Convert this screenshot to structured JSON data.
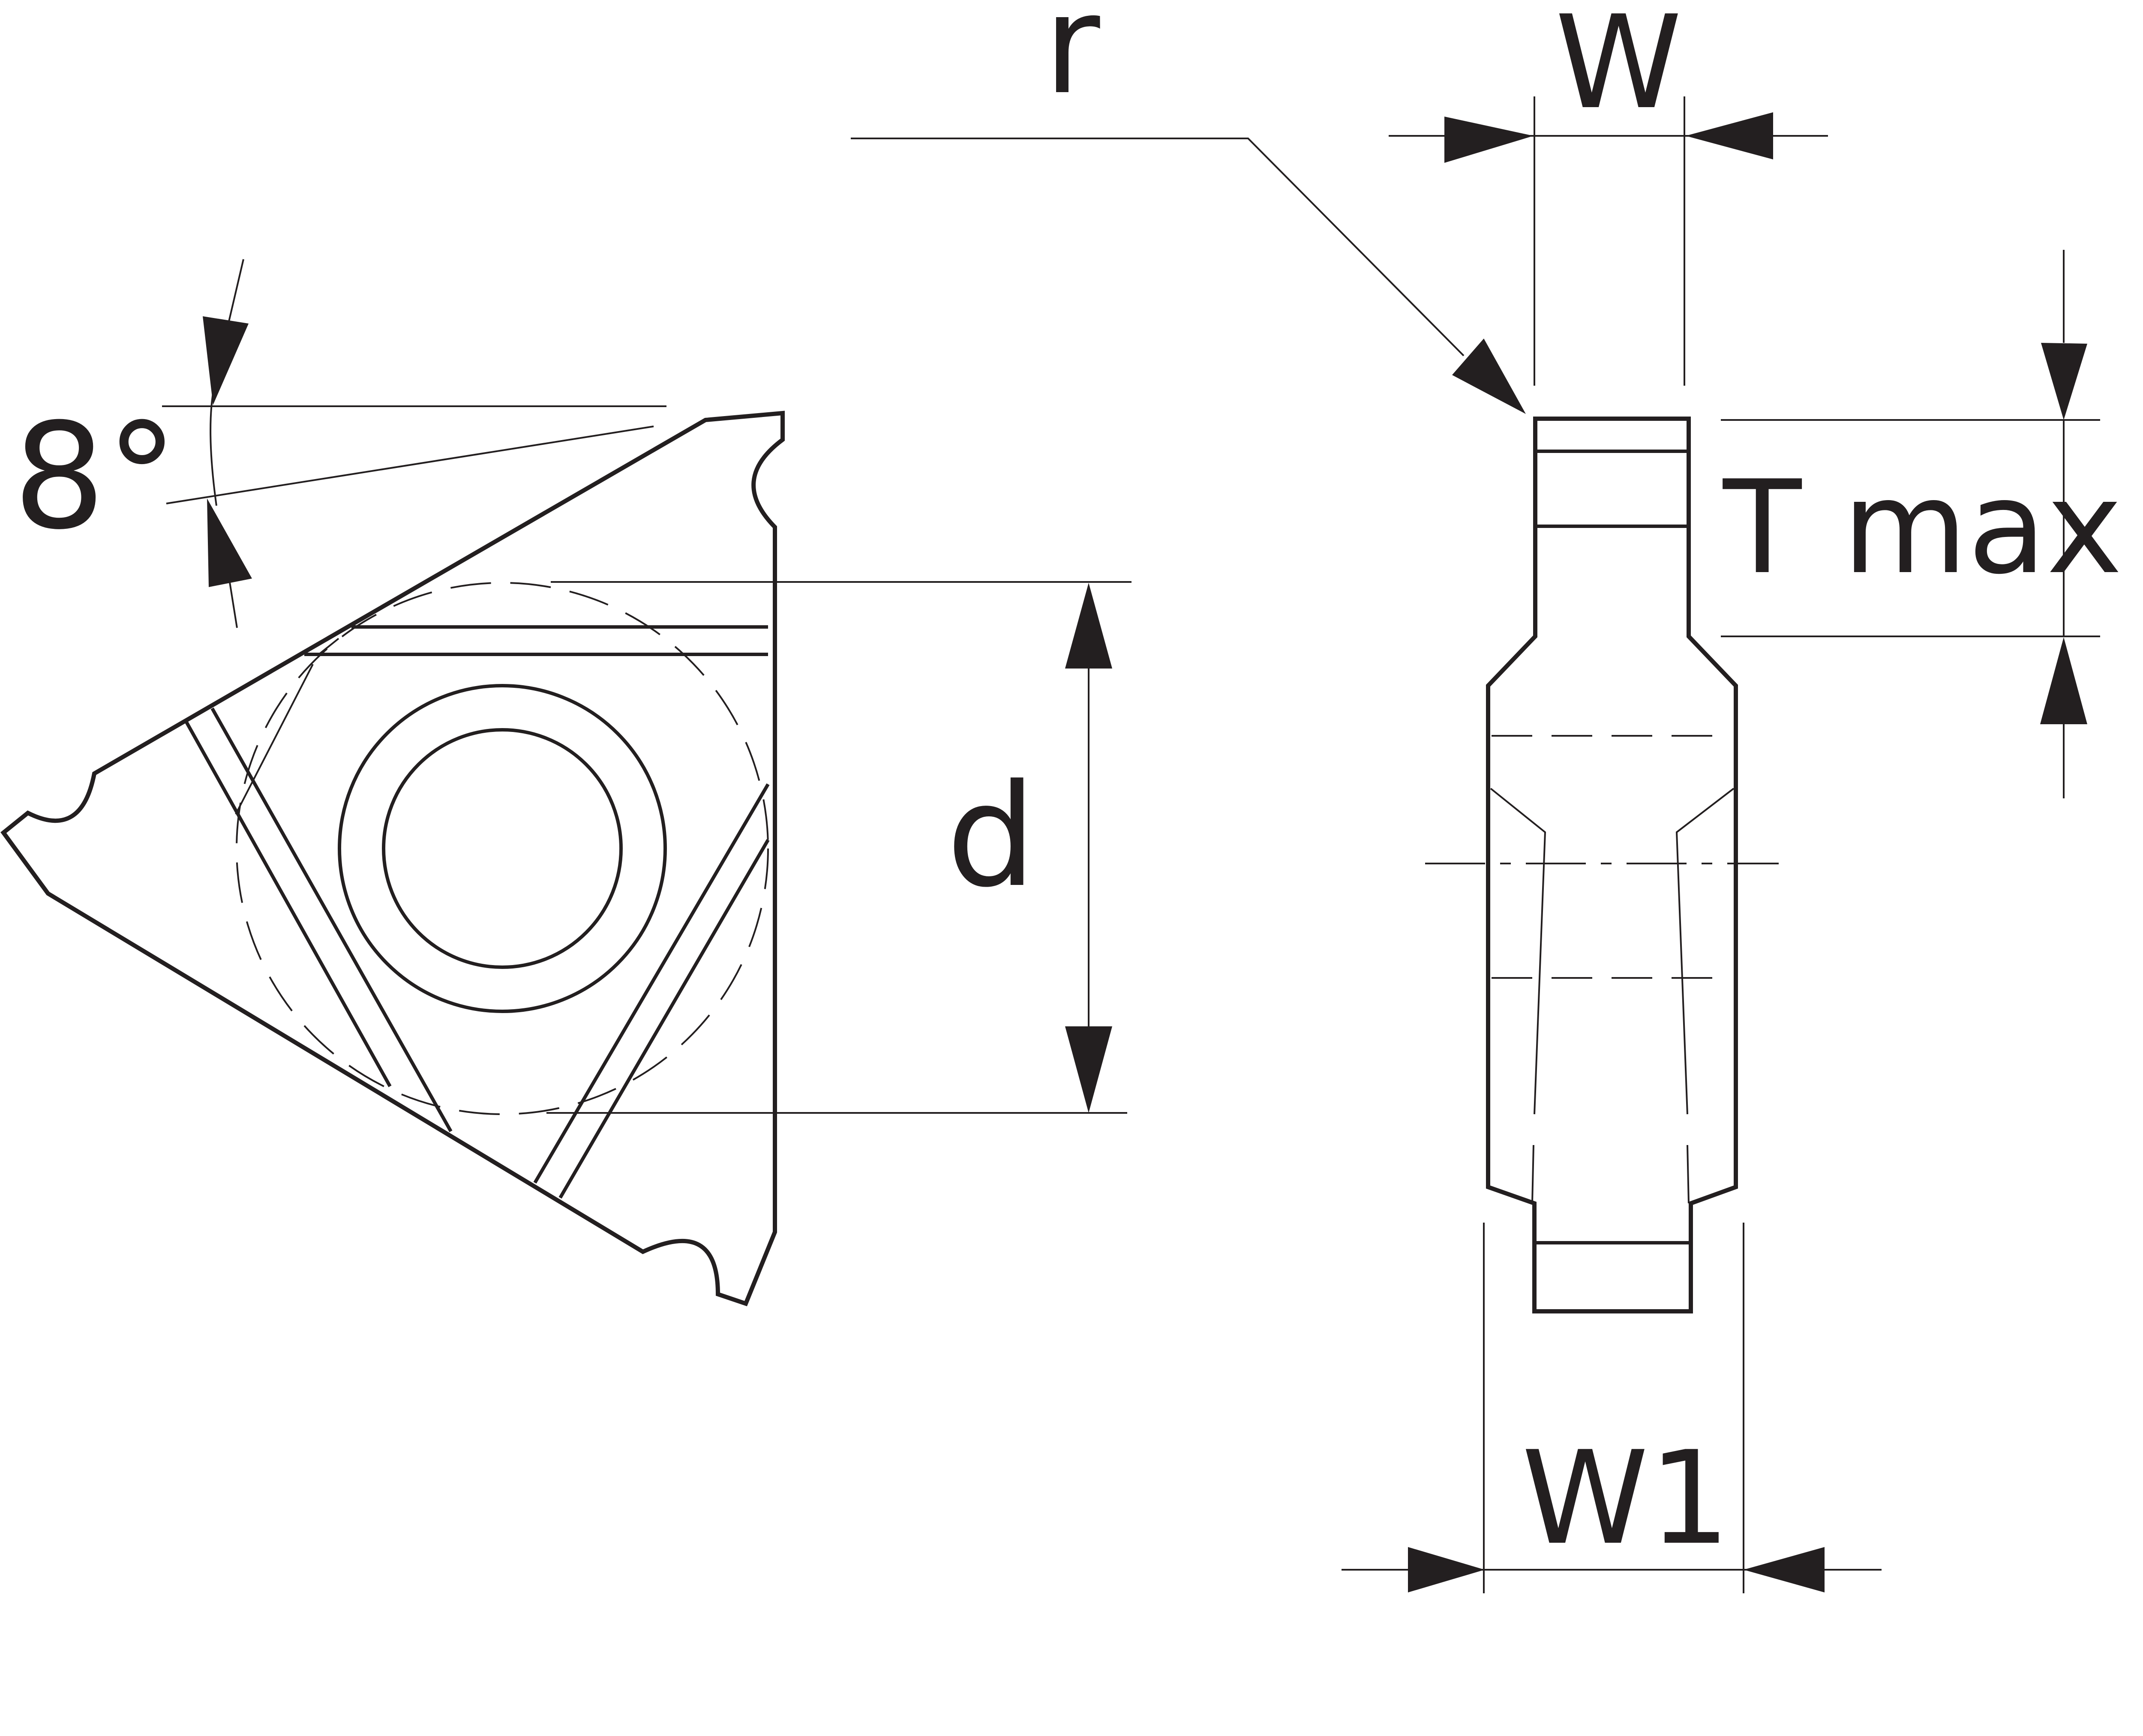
{
  "labels": {
    "angle": "8°",
    "radius": "r",
    "width": "W",
    "thickness": "T max",
    "diameter": "d",
    "width1": "W1"
  },
  "colors": {
    "ink": "#231f20",
    "background": "#ffffff"
  }
}
